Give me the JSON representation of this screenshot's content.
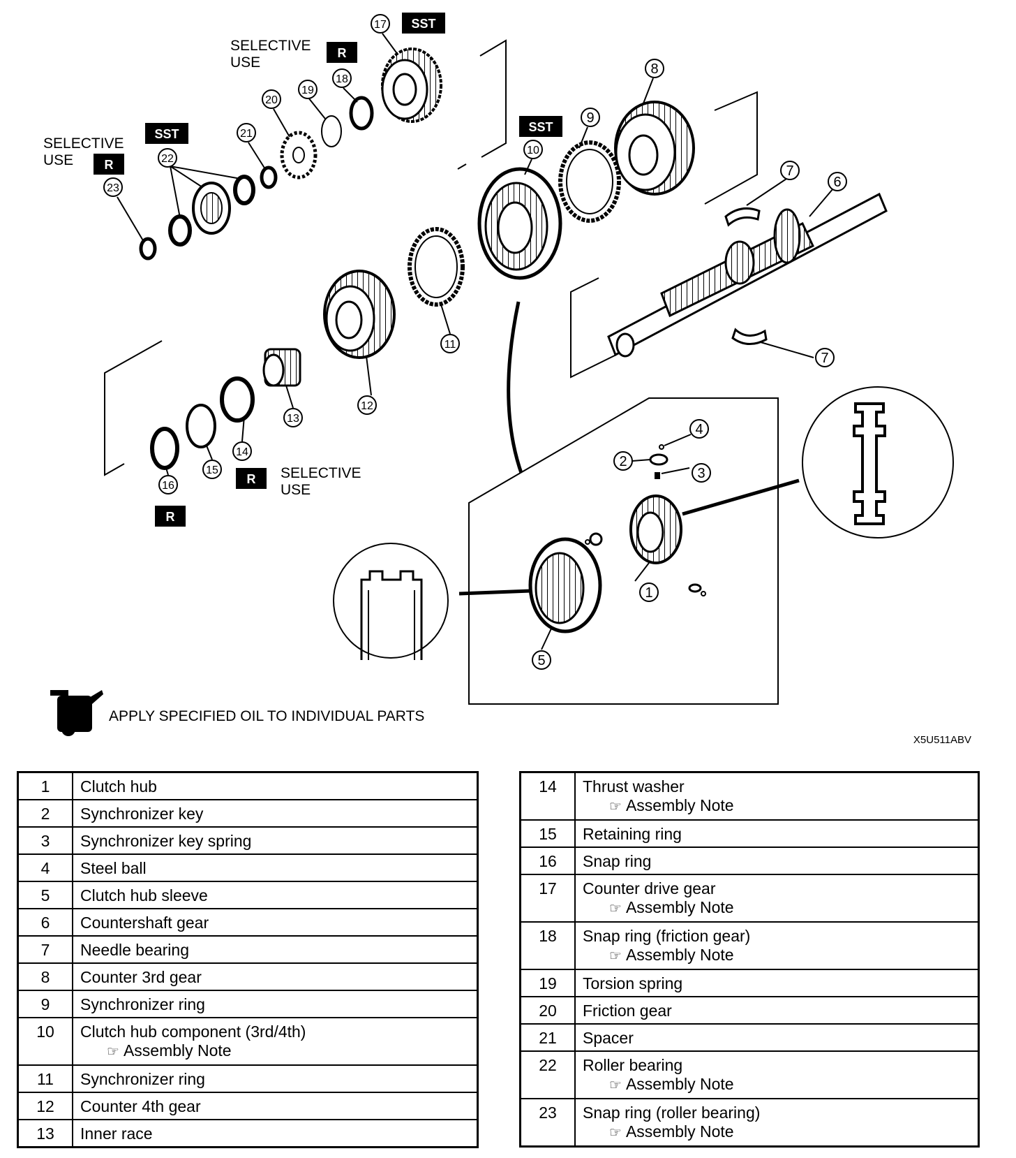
{
  "diagram": {
    "code": "X5U511ABV",
    "oil_note": "APPLY SPECIFIED OIL TO INDIVIDUAL PARTS",
    "oil_icon": "oil-can-icon",
    "badges": {
      "sst": "SST",
      "r": "R"
    },
    "selective_use": [
      "SELECTIVE",
      "USE"
    ],
    "callouts": [
      "1",
      "2",
      "3",
      "4",
      "5",
      "6",
      "7",
      "8",
      "9",
      "10",
      "11",
      "12",
      "13",
      "14",
      "15",
      "16",
      "17",
      "18",
      "19",
      "20",
      "21",
      "22",
      "23"
    ]
  },
  "note_label": "Assembly Note",
  "parts_left": [
    {
      "num": "1",
      "name": "Clutch hub",
      "note": ""
    },
    {
      "num": "2",
      "name": "Synchronizer key",
      "note": ""
    },
    {
      "num": "3",
      "name": "Synchronizer key spring",
      "note": ""
    },
    {
      "num": "4",
      "name": "Steel ball",
      "note": ""
    },
    {
      "num": "5",
      "name": "Clutch hub sleeve",
      "note": ""
    },
    {
      "num": "6",
      "name": "Countershaft gear",
      "note": ""
    },
    {
      "num": "7",
      "name": "Needle bearing",
      "note": ""
    },
    {
      "num": "8",
      "name": "Counter 3rd gear",
      "note": ""
    },
    {
      "num": "9",
      "name": "Synchronizer ring",
      "note": ""
    },
    {
      "num": "10",
      "name": "Clutch hub component (3rd/4th)",
      "note": "Assembly Note"
    },
    {
      "num": "11",
      "name": "Synchronizer ring",
      "note": ""
    },
    {
      "num": "12",
      "name": "Counter 4th gear",
      "note": ""
    },
    {
      "num": "13",
      "name": "Inner race",
      "note": ""
    }
  ],
  "parts_right": [
    {
      "num": "14",
      "name": "Thrust washer",
      "note": "Assembly Note"
    },
    {
      "num": "15",
      "name": "Retaining ring",
      "note": ""
    },
    {
      "num": "16",
      "name": "Snap ring",
      "note": ""
    },
    {
      "num": "17",
      "name": "Counter drive gear",
      "note": "Assembly Note"
    },
    {
      "num": "18",
      "name": "Snap ring (friction gear)",
      "note": "Assembly Note"
    },
    {
      "num": "19",
      "name": "Torsion spring",
      "note": ""
    },
    {
      "num": "20",
      "name": "Friction gear",
      "note": ""
    },
    {
      "num": "21",
      "name": "Spacer",
      "note": ""
    },
    {
      "num": "22",
      "name": "Roller bearing",
      "note": "Assembly Note"
    },
    {
      "num": "23",
      "name": "Snap ring (roller bearing)",
      "note": "Assembly Note"
    }
  ]
}
